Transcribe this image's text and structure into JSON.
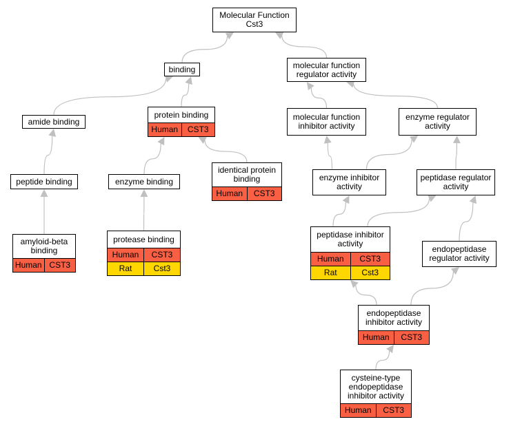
{
  "colors": {
    "human": "#f95f43",
    "rat": "#ffd700",
    "edge": "#c0c0c0"
  },
  "nodes": {
    "root": {
      "title": "Molecular Function\nCst3"
    },
    "binding": {
      "title": "binding"
    },
    "mfra": {
      "title": "molecular function\nregulator activity"
    },
    "amide": {
      "title": "amide binding"
    },
    "protein": {
      "title": "protein binding",
      "rows": [
        {
          "species": "Human",
          "gene": "CST3"
        }
      ]
    },
    "mfia": {
      "title": "molecular function\ninhibitor activity"
    },
    "era": {
      "title": "enzyme regulator\nactivity"
    },
    "peptide": {
      "title": "peptide binding"
    },
    "enzyme_b": {
      "title": "enzyme binding"
    },
    "identical": {
      "title": "identical protein\nbinding",
      "rows": [
        {
          "species": "Human",
          "gene": "CST3"
        }
      ]
    },
    "eia": {
      "title": "enzyme inhibitor\nactivity"
    },
    "pra": {
      "title": "peptidase regulator\nactivity"
    },
    "amyloid": {
      "title": "amyloid-beta\nbinding",
      "rows": [
        {
          "species": "Human",
          "gene": "CST3"
        }
      ]
    },
    "protease": {
      "title": "protease binding",
      "rows": [
        {
          "species": "Human",
          "gene": "CST3"
        },
        {
          "species": "Rat",
          "gene": "Cst3"
        }
      ]
    },
    "pia": {
      "title": "peptidase inhibitor\nactivity",
      "rows": [
        {
          "species": "Human",
          "gene": "CST3"
        },
        {
          "species": "Rat",
          "gene": "Cst3"
        }
      ]
    },
    "epra": {
      "title": "endopeptidase\nregulator activity"
    },
    "epia": {
      "title": "endopeptidase\ninhibitor activity",
      "rows": [
        {
          "species": "Human",
          "gene": "CST3"
        }
      ]
    },
    "cysteine": {
      "title": "cysteine-type\nendopeptidase\ninhibitor activity",
      "rows": [
        {
          "species": "Human",
          "gene": "CST3"
        }
      ]
    }
  },
  "edges": [
    [
      "binding",
      "root"
    ],
    [
      "mfra",
      "root"
    ],
    [
      "amide",
      "binding"
    ],
    [
      "protein",
      "binding"
    ],
    [
      "mfia",
      "mfra"
    ],
    [
      "era",
      "mfra"
    ],
    [
      "peptide",
      "amide"
    ],
    [
      "enzyme_b",
      "protein"
    ],
    [
      "identical",
      "protein"
    ],
    [
      "eia",
      "mfia"
    ],
    [
      "eia",
      "era"
    ],
    [
      "pra",
      "era"
    ],
    [
      "amyloid",
      "peptide"
    ],
    [
      "protease",
      "enzyme_b"
    ],
    [
      "pia",
      "eia"
    ],
    [
      "pia",
      "pra"
    ],
    [
      "epra",
      "pra"
    ],
    [
      "epia",
      "pia"
    ],
    [
      "epia",
      "epra"
    ],
    [
      "cysteine",
      "epia"
    ]
  ]
}
